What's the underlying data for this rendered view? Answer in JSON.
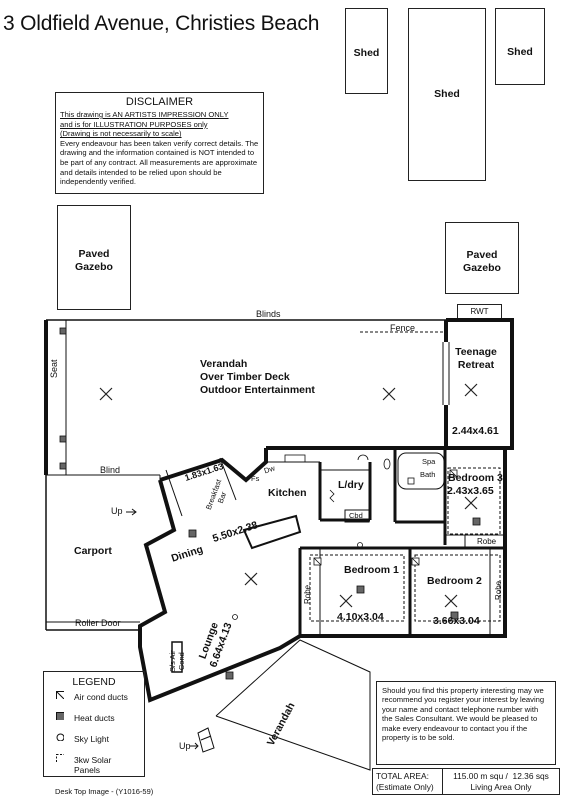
{
  "title": "3 Oldfield Avenue, Christies Beach",
  "outbuildings": {
    "shed_left": "Shed",
    "shed_center": "Shed",
    "shed_right": "Shed",
    "gazebo_left": "Paved\nGazebo",
    "gazebo_right": "Paved\nGazebo",
    "rwt": "RWT"
  },
  "disclaimer": {
    "heading": "DISCLAIMER",
    "line1": "This drawing is AN ARTISTS IMPRESSION ONLY",
    "line2": "and is for ILLUSTRATION PURPOSES only",
    "line3": "(Drawing is not necessarily to scale)",
    "body": "Every endeavour has been taken verify correct details. The drawing and the information contained is NOT intended to be part of any contract.  All measurements are approximate and details intended to be relied upon should be independently verified."
  },
  "plan": {
    "blinds": "Blinds",
    "fence": "Fence",
    "seat": "Seat",
    "blind": "Blind",
    "up_top": "Up",
    "up_bottom": "Up",
    "roller_door": "Roller Door",
    "verandah_main": "Verandah\nOver Timber Deck\nOutdoor Entertainment",
    "teenage_retreat": "Teenage\nRetreat",
    "teenage_dim": "2.44x4.61",
    "carport": "Carport",
    "breakfast_dim": "1.83x1.63",
    "breakfast_bar": "Breakfast\nBar",
    "fs": "Fs",
    "dw": "Dw",
    "kitchen": "Kitchen",
    "kitchen_dim": "5.50x2.38",
    "dining": "Dining",
    "ldry": "L/dry",
    "cbd": "Cbd",
    "spa": "Spa",
    "bath": "Bath",
    "bedroom3": "Bedroom 3",
    "bedroom3_dim": "2.43x3.65",
    "robe_b3": "Robe",
    "bedroom1": "Bedroom 1",
    "bedroom1_dim": "4.10x3.04",
    "robe_b1": "Robe",
    "bedroom2": "Bedroom 2",
    "bedroom2_dim": "3.66x3.04",
    "robe_b2": "Robe",
    "lounge": "Lounge\n6.64x4.13",
    "sis_air": "S/s Air\nCond",
    "verandah_bottom": "Verandah"
  },
  "legend": {
    "heading": "LEGEND",
    "items": [
      "Air cond ducts",
      "Heat ducts",
      "Sky Light",
      "3kw Solar\nPanels"
    ]
  },
  "notice": "Should you find this property interesting may we recommend you register your interest by leaving your name and contact telephone number with the Sales Consultant. We would be pleased to make every endeavour to contact you if the property is to be sold.",
  "total_area": {
    "label": "TOTAL AREA:\n(Estimate Only)",
    "value": "115.00 m squ /  12.36 sqs\nLiving Area Only"
  },
  "footer": "Desk Top Image - (Y1016-59)"
}
